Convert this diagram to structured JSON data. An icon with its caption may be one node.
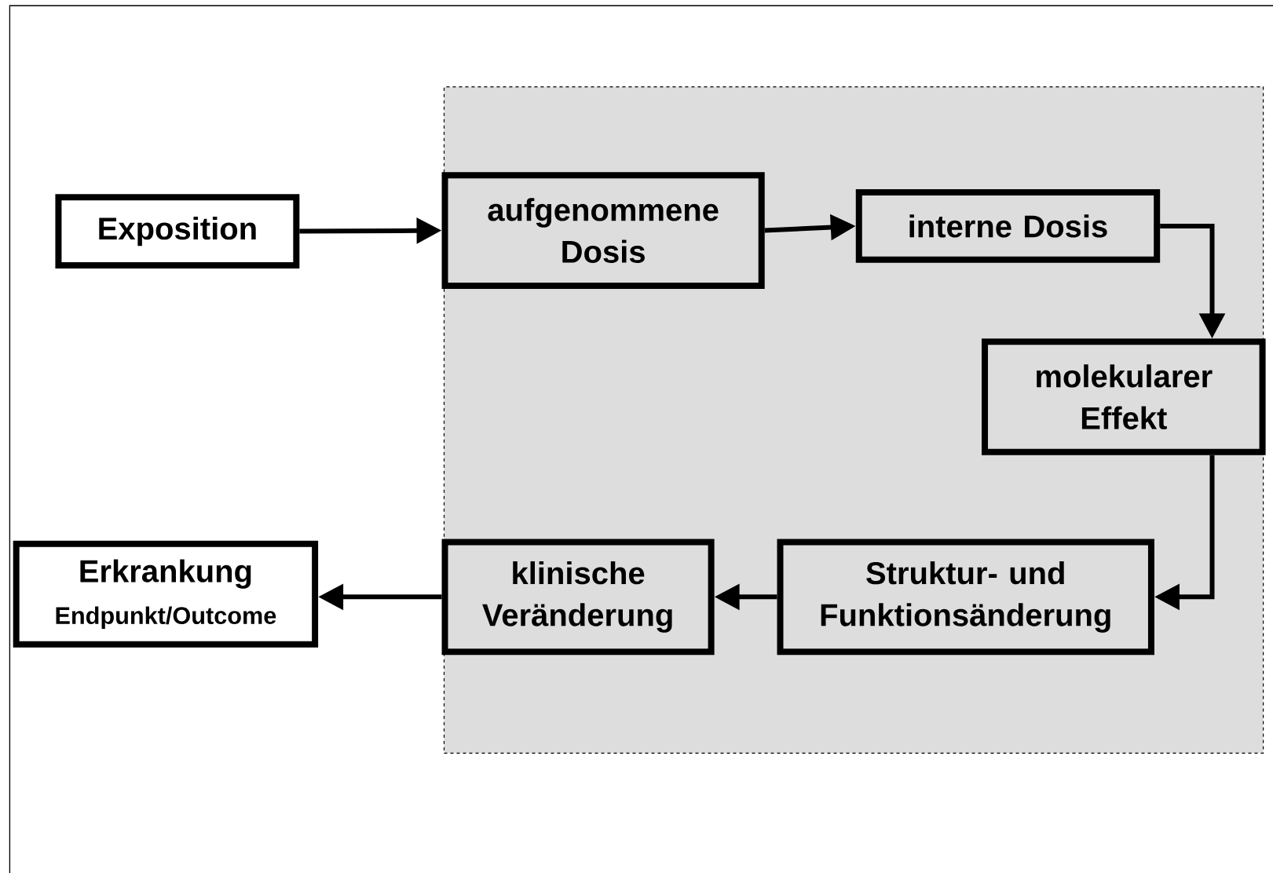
{
  "diagram": {
    "nodes": [
      {
        "text": [],
        "shape": "box"
      },
      {
        "text": [
          "Exposition"
        ]
      },
      {
        "text": [
          "aufgenommene Dosis"
        ],
        "in": 0
      },
      {
        "text": [
          "interne Dosis"
        ],
        "in": 0
      },
      {
        "text": [
          "molekularer Effekt"
        ],
        "in": 0
      },
      {
        "text": [
          "Struktur- und Funktionsänderung"
        ],
        "in": 0
      },
      {
        "text": [
          "klinische Veränderung"
        ],
        "in": 0
      },
      {
        "text": [
          "Erkrankung",
          "Endpunkt/Outcome"
        ]
      }
    ],
    "edges": [
      {
        "from": 1,
        "to": 2,
        "arrow": "to"
      },
      {
        "from": 2,
        "to": 3,
        "arrow": "to"
      },
      {
        "from": 3,
        "to": 4,
        "arrow": "to"
      },
      {
        "from": 4,
        "to": 5,
        "arrow": "to"
      },
      {
        "from": 5,
        "to": 6,
        "arrow": "to"
      },
      {
        "from": 6,
        "to": 7,
        "arrow": "to"
      }
    ]
  }
}
